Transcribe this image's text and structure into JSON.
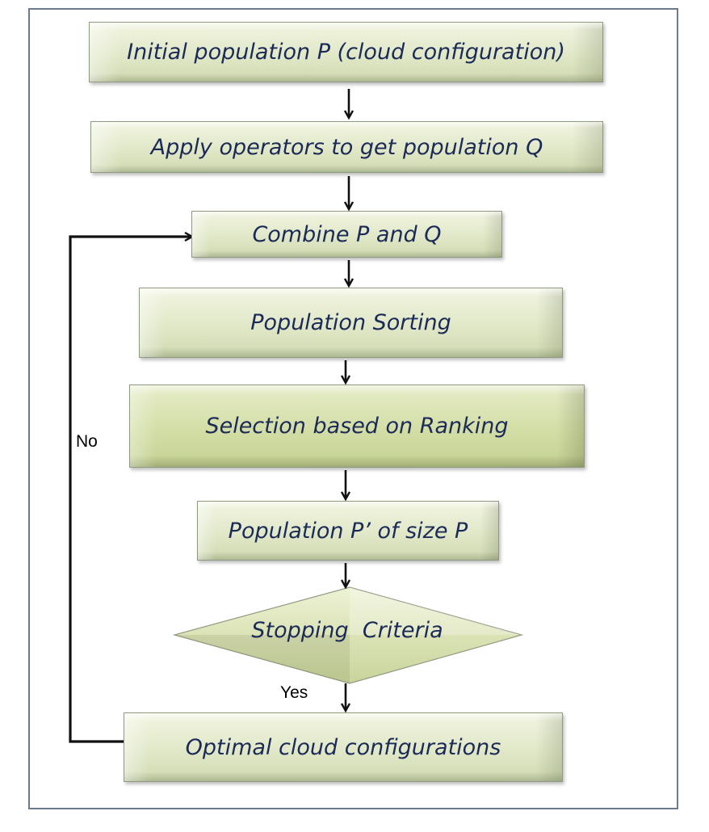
{
  "flowchart": {
    "steps": {
      "initial": "Initial population P (cloud configuration)",
      "apply": "Apply operators to get population Q",
      "combine": "Combine P and Q",
      "sorting": "Population Sorting",
      "selection": "Selection based on Ranking",
      "population_prime": "Population P’ of size P",
      "decision": "Stopping  Criteria",
      "optimal": "Optimal cloud configurations"
    },
    "edge_labels": {
      "no": "No",
      "yes": "Yes"
    },
    "colors": {
      "box_fill": "#e1e8c8",
      "text": "#1b2a57",
      "arrow": "#111111",
      "frame": "#6b7a8c"
    }
  }
}
